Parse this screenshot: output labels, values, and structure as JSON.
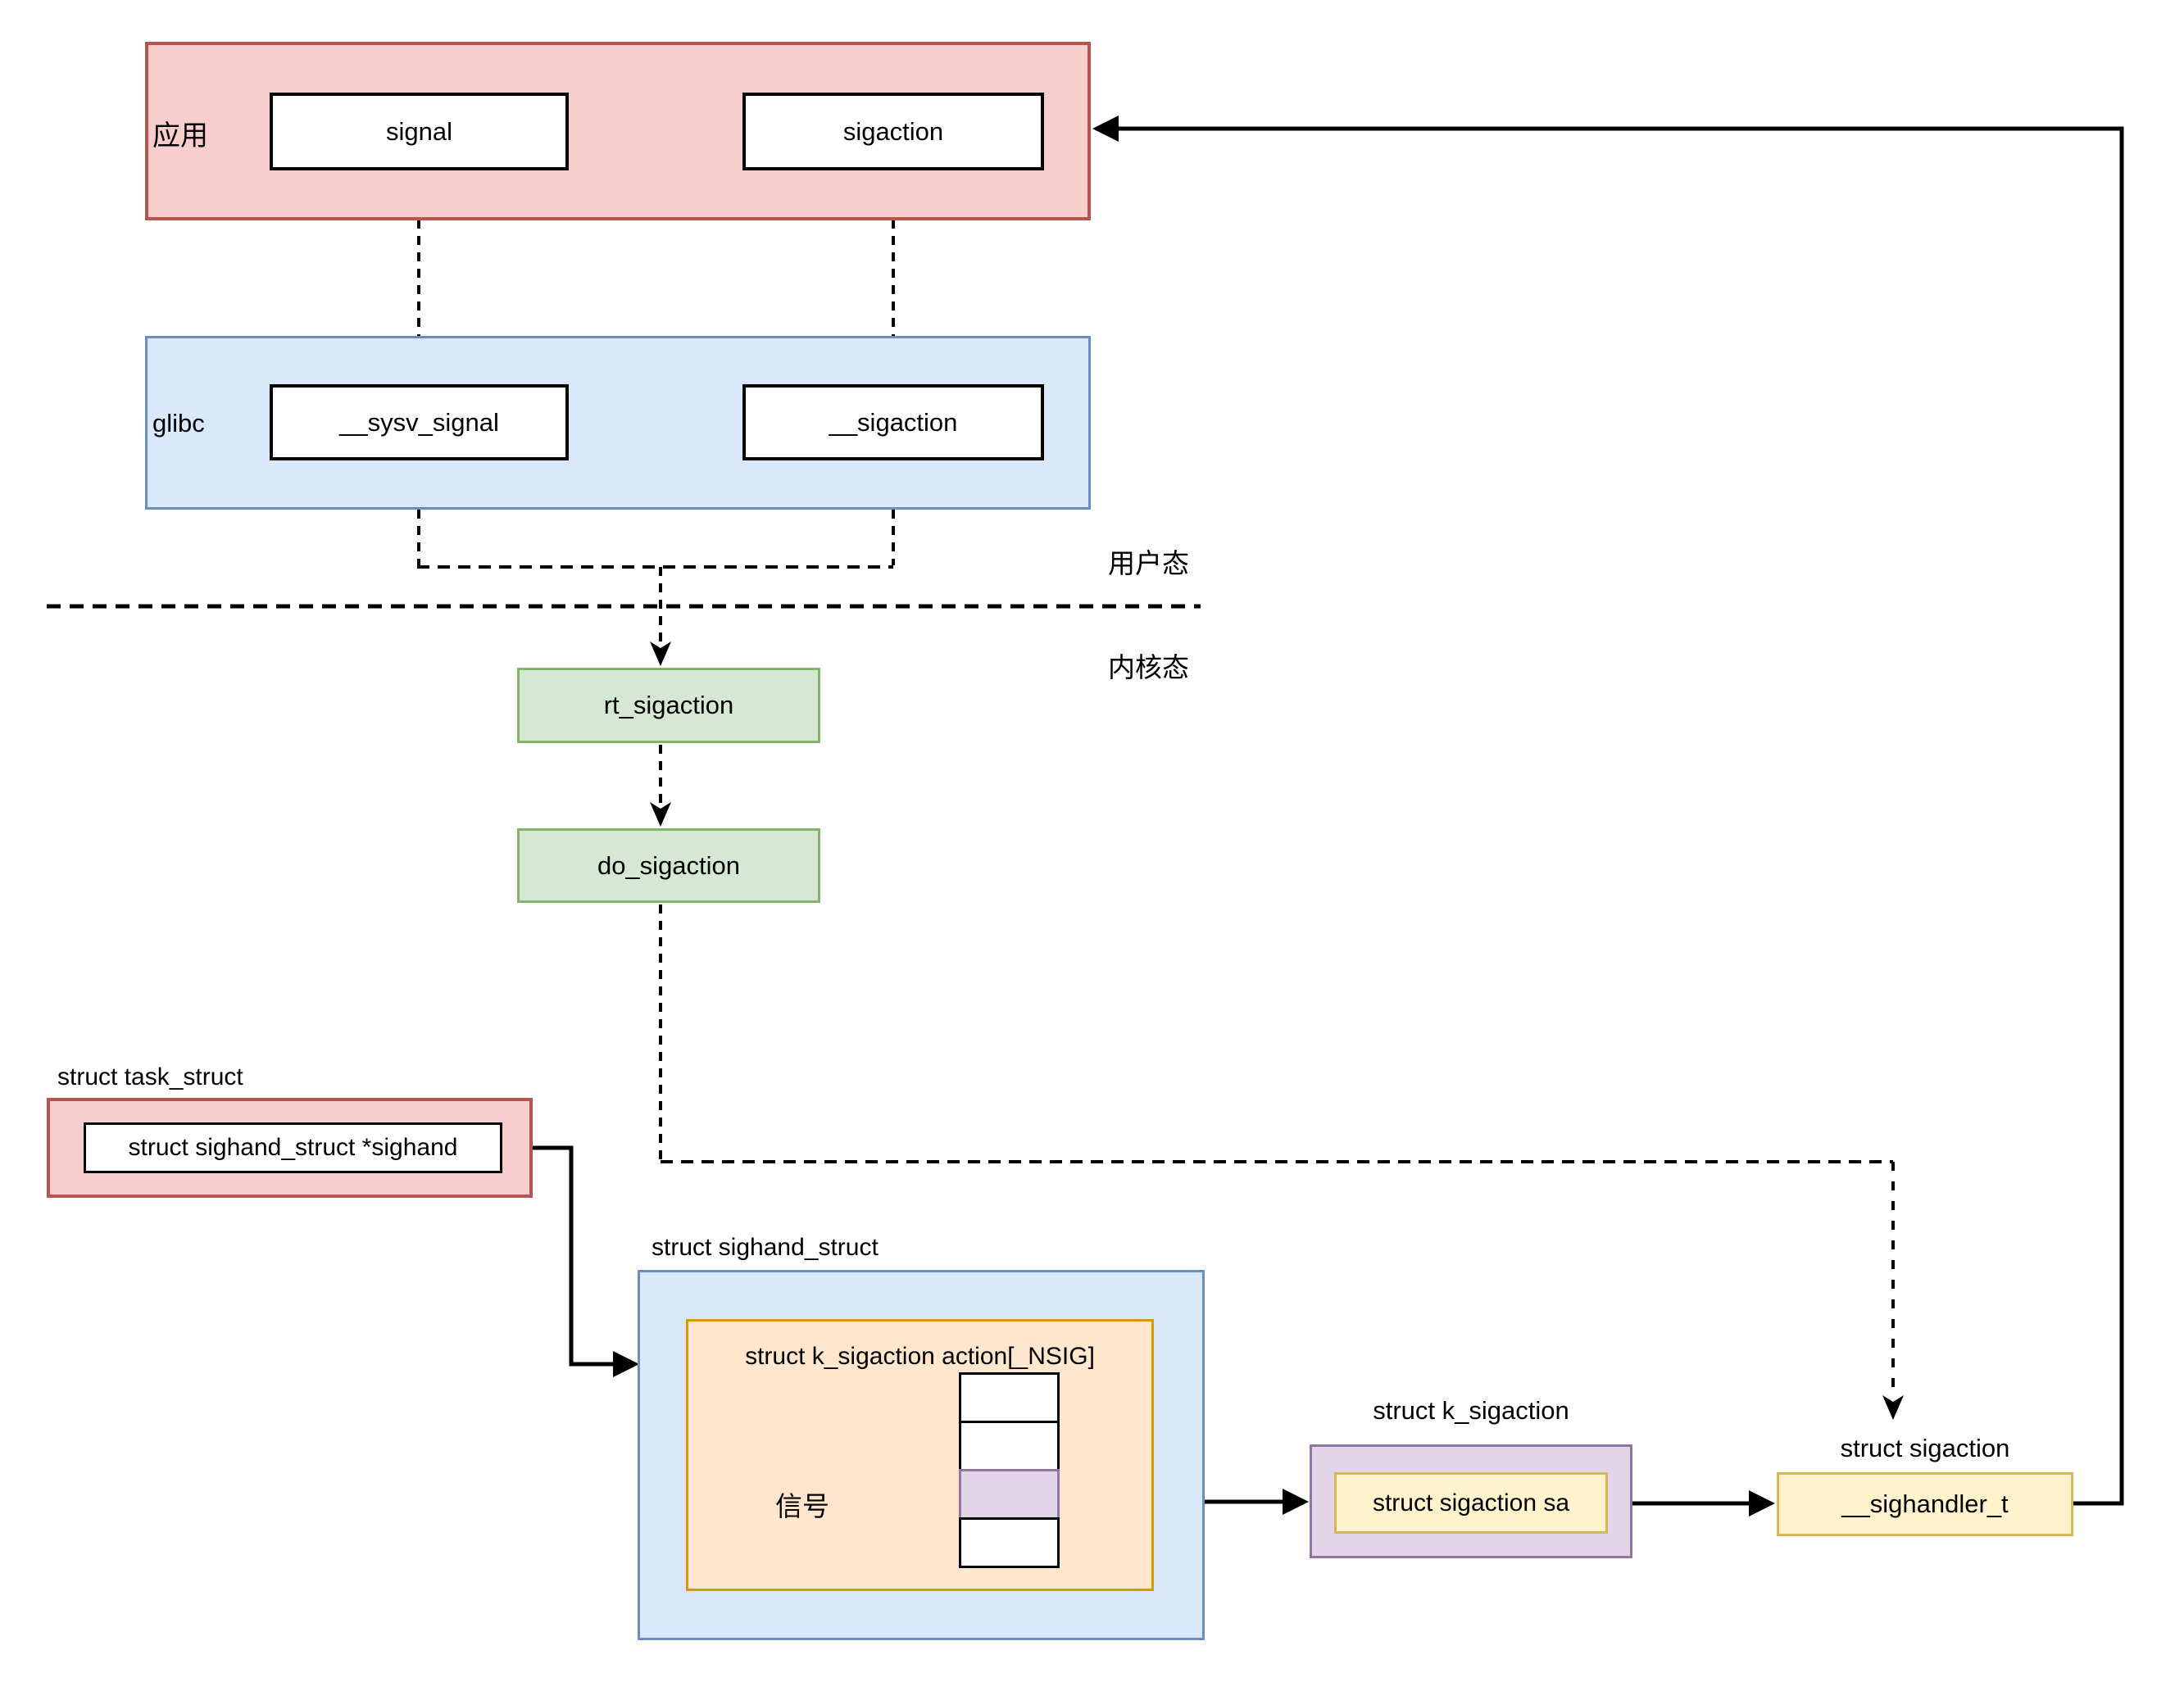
{
  "app_layer": {
    "label": "应用",
    "signal_label": "signal",
    "sigaction_label": "sigaction"
  },
  "glibc_layer": {
    "label": "glibc",
    "sysv_signal_label": "__sysv_signal",
    "sigaction_label": "__sigaction"
  },
  "modes": {
    "user_mode": "用户态",
    "kernel_mode": "内核态"
  },
  "kernel_funcs": {
    "rt_sigaction": "rt_sigaction",
    "do_sigaction": "do_sigaction"
  },
  "task_struct": {
    "title": "struct task_struct",
    "field": "struct sighand_struct *sighand"
  },
  "sighand_struct": {
    "title": "struct sighand_struct",
    "array_label": "struct k_sigaction action[_NSIG]",
    "signal_pointer_label": "信号",
    "array_cell_count": 4,
    "highlighted_cell_index": 2
  },
  "k_sigaction": {
    "title": "struct k_sigaction",
    "field": "struct sigaction sa"
  },
  "sigaction_struct": {
    "title": "struct sigaction",
    "field": "__sighandler_t"
  },
  "colors": {
    "app_fill": "#f8cecc",
    "app_stroke": "#b85450",
    "glibc_fill": "#dae8fc",
    "glibc_stroke": "#6c8ebf",
    "kernel_fill": "#d5e8d4",
    "kernel_stroke": "#82b366",
    "array_fill": "#ffe6cc",
    "array_stroke": "#d79b00",
    "highlight_fill": "#e1d5e7",
    "highlight_stroke": "#9673a6",
    "field_fill": "#fff2cc",
    "field_stroke": "#d6b656",
    "line": "#000000"
  }
}
